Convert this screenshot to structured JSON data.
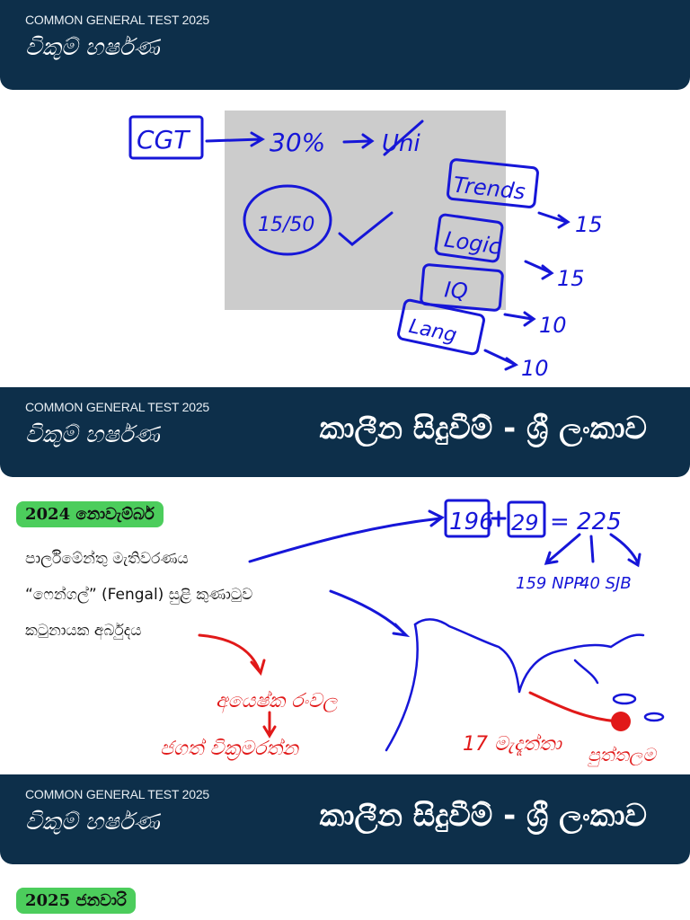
{
  "headers": [
    {
      "small": "COMMON GENERAL TEST 2025",
      "author": "විකුම් හර්ෂණ",
      "title": ""
    },
    {
      "small": "COMMON GENERAL TEST 2025",
      "author": "විකුම් හර්ෂණ",
      "title": "කාලීන සිදුවීම් - ශ්‍රී ලංකාව"
    },
    {
      "small": "COMMON GENERAL TEST 2025",
      "author": "විකුම් හර්ෂණ",
      "title": "කාලීන සිදුවීම් - ශ්‍රී ලංකාව"
    }
  ],
  "sketch1": {
    "cgt": "CGT",
    "percent": "30%",
    "uni": "Uni",
    "score": "15/50",
    "sections": [
      {
        "label": "Trends",
        "marks": "15"
      },
      {
        "label": "Logic",
        "marks": "15"
      },
      {
        "label": "IQ",
        "marks": "10"
      },
      {
        "label": "Lang",
        "marks": "10"
      }
    ]
  },
  "section2": {
    "badge": "2024 නොවැම්බර්",
    "items": [
      "පාර්ලිමේන්තු මැතිවරණය",
      "“ෆෙන්ගල්” (Fengal) සුළි කුණාටුව",
      "කටුනායක අර්බුදය"
    ],
    "seats": {
      "a": "196",
      "b": "29",
      "total": "= 225",
      "npp": "159 NPP",
      "sjb": "40 SJB"
    },
    "notes": {
      "name1": "අයෙෂ්ක රංවල",
      "name2": "ජගත් වික්‍රමරත්න",
      "date": "17 මැදෑත්තා",
      "place": "පුත්තලම"
    }
  },
  "section3": {
    "badge": "2025 ජනවාරි"
  },
  "colors": {
    "header": "#0d2f4a",
    "badge": "#4ccd5c",
    "ink_blue": "#1616d8",
    "ink_red": "#e11919"
  }
}
